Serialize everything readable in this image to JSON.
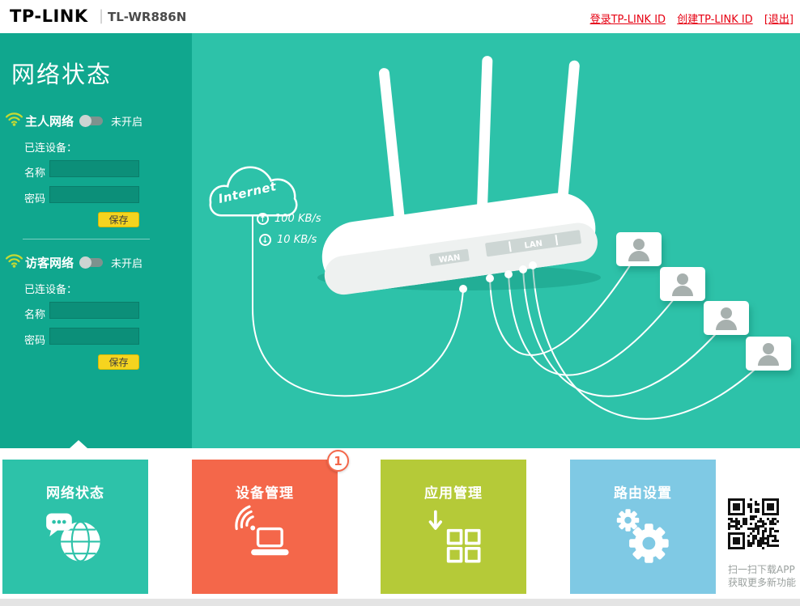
{
  "colors": {
    "sidebar": "#10A78E",
    "main": "#2DC2A9",
    "link": "#E60012",
    "save": "#F5D41F",
    "wifi": "#C8DA33",
    "input": "#0C8F79"
  },
  "header": {
    "logo": "TP-LINK",
    "divider": "|",
    "model": "TL-WR886N",
    "login_link": "登录TP-LINK ID",
    "create_link": "创建TP-LINK ID",
    "logout_link": "[退出]"
  },
  "sidebar": {
    "title": "网络状态",
    "sections": [
      {
        "name": "主人网络",
        "status": "未开启",
        "devices_label": "已连设备：",
        "name_label": "名称",
        "name_value": "",
        "password_label": "密码",
        "password_value": "",
        "save_label": "保存"
      },
      {
        "name": "访客网络",
        "status": "未开启",
        "devices_label": "已连设备：",
        "name_label": "名称",
        "name_value": "",
        "password_label": "密码",
        "password_value": "",
        "save_label": "保存"
      }
    ]
  },
  "diagram": {
    "internet_label": "Internet",
    "upload_icon": "↑",
    "download_icon": "↓",
    "upload_speed": "100 KB/s",
    "download_speed": "10 KB/s",
    "wan_label": "WAN",
    "lan_label": "LAN"
  },
  "tiles": [
    {
      "label": "网络状态",
      "color": "#2DC2A9"
    },
    {
      "label": "设备管理",
      "color": "#F4674A",
      "badge": "1"
    },
    {
      "label": "应用管理",
      "color": "#B5CA38"
    },
    {
      "label": "路由设置",
      "color": "#7FC9E4"
    }
  ],
  "qr": {
    "line1": "扫一扫下载APP",
    "line2": "获取更多新功能"
  }
}
